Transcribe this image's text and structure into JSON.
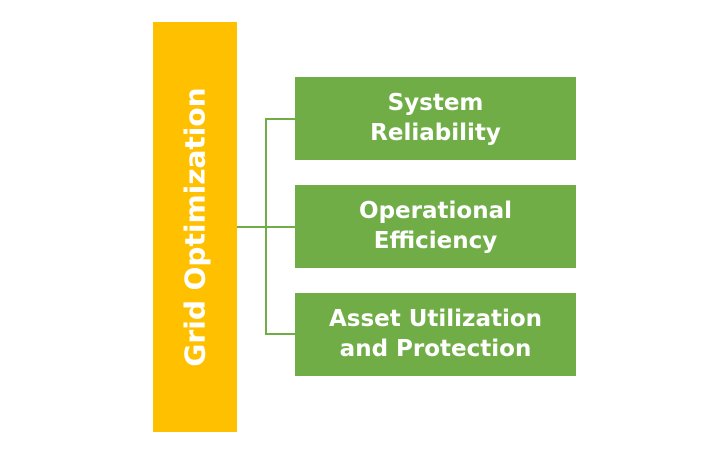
{
  "diagram": {
    "root": {
      "label": "Grid Optimization",
      "color": "#FFC000"
    },
    "children": [
      {
        "label": "System Reliability"
      },
      {
        "label": "Operational Efficiency"
      },
      {
        "label": "Asset Utilization and Protection"
      }
    ],
    "child_color": "#70AD47",
    "connector_color": "#70AD47"
  }
}
